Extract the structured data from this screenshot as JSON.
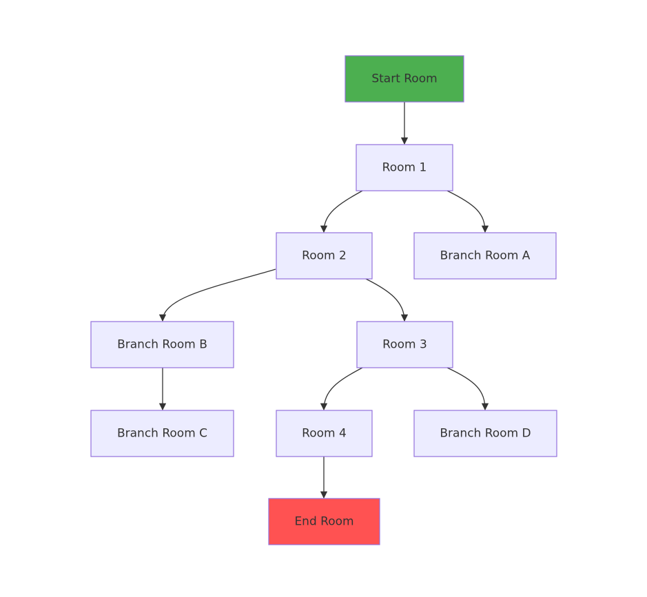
{
  "diagram": {
    "default_fill": "#ececff",
    "default_stroke": "#9370db",
    "nodes": [
      {
        "id": "start",
        "label": "Start Room",
        "fill": "#4caf50"
      },
      {
        "id": "room1",
        "label": "Room 1"
      },
      {
        "id": "room2",
        "label": "Room 2"
      },
      {
        "id": "brancha",
        "label": "Branch Room A"
      },
      {
        "id": "branchb",
        "label": "Branch Room B"
      },
      {
        "id": "room3",
        "label": "Room 3"
      },
      {
        "id": "branchc",
        "label": "Branch Room C"
      },
      {
        "id": "room4",
        "label": "Room 4"
      },
      {
        "id": "branchd",
        "label": "Branch Room D"
      },
      {
        "id": "end",
        "label": "End Room",
        "fill": "#ff5252"
      }
    ],
    "edges": [
      {
        "from": "start",
        "to": "room1"
      },
      {
        "from": "room1",
        "to": "room2"
      },
      {
        "from": "room1",
        "to": "brancha"
      },
      {
        "from": "room2",
        "to": "branchb"
      },
      {
        "from": "room2",
        "to": "room3"
      },
      {
        "from": "branchb",
        "to": "branchc"
      },
      {
        "from": "room3",
        "to": "room4"
      },
      {
        "from": "room3",
        "to": "branchd"
      },
      {
        "from": "room4",
        "to": "end"
      }
    ]
  }
}
